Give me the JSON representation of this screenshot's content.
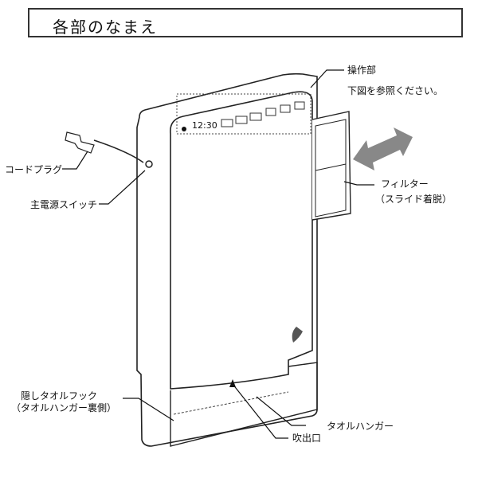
{
  "title": "各部のなまえ",
  "labels": {
    "panel": "操作部",
    "panel_note": "下図を参照ください。",
    "plug": "コードプラグ",
    "switch": "主電源スイッチ",
    "filter": "フィルター",
    "filter_note": "（スライド着脱）",
    "hook": "隠しタオルフック",
    "hook_note": "（タオルハンガー裏側）",
    "hanger": "タオルハンガー",
    "outlet": "吹出口"
  },
  "display": {
    "time": "12:30"
  }
}
